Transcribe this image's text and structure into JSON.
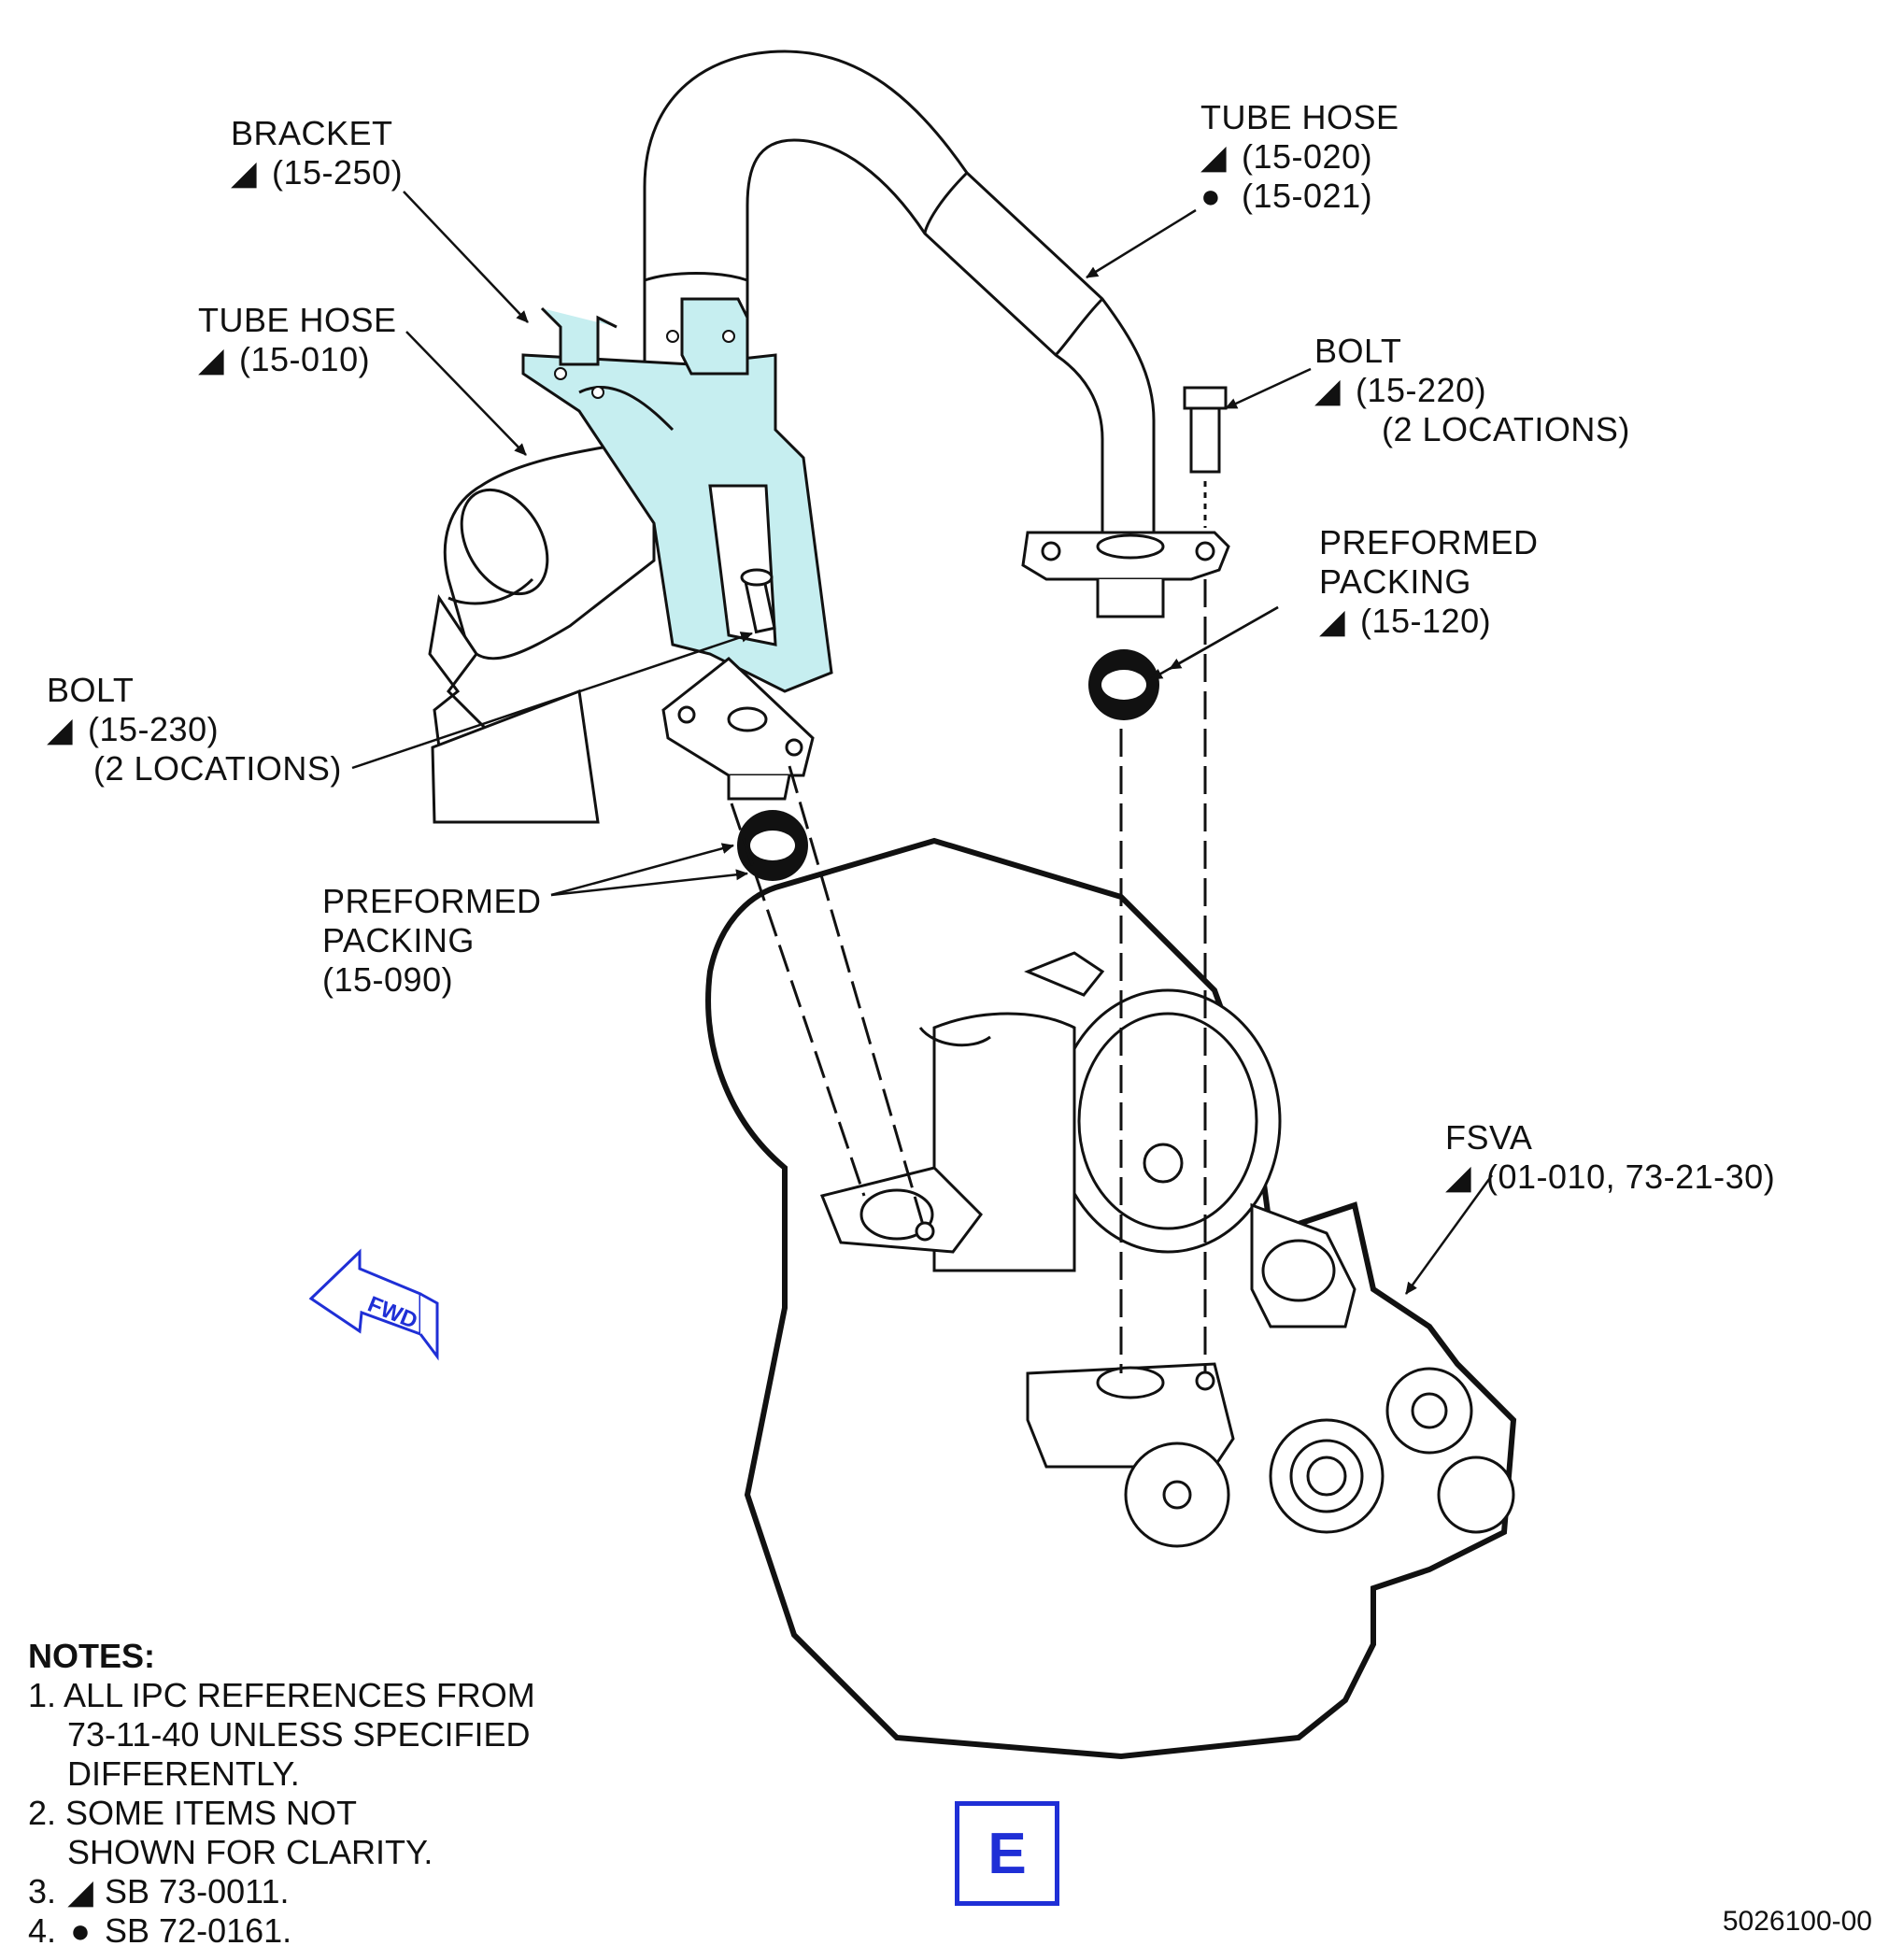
{
  "labels": {
    "bracket": {
      "name": "BRACKET",
      "ref": "(15-250)",
      "mark": "SB 73-0011"
    },
    "tube_hose_1": {
      "name": "TUBE HOSE",
      "ref": "(15-010)"
    },
    "tube_hose_2": {
      "name": "TUBE HOSE",
      "ref_a": "(15-020)",
      "ref_b": "(15-021)"
    },
    "bolt_1": {
      "name": "BOLT",
      "ref": "(15-220)",
      "qty": "(2 LOCATIONS)"
    },
    "bolt_2": {
      "name": "BOLT",
      "ref": "(15-230)",
      "qty": "(2 LOCATIONS)"
    },
    "packing_1": {
      "line1": "PREFORMED",
      "line2": "PACKING",
      "ref": "(15-120)"
    },
    "packing_2": {
      "line1": "PREFORMED",
      "line2": "PACKING",
      "ref": "(15-090)"
    },
    "fsva": {
      "name": "FSVA",
      "ref": "(01-010, 73-21-30)"
    }
  },
  "fwd_arrow": {
    "text": "FWD"
  },
  "notes": {
    "title": "NOTES:",
    "n1_l1": "1. ALL IPC REFERENCES FROM",
    "n1_l2": "73-11-40 UNLESS SPECIFIED",
    "n1_l3": "DIFFERENTLY.",
    "n2_l1": "2. SOME ITEMS NOT",
    "n2_l2": "SHOWN FOR CLARITY.",
    "n3_prefix": "3.",
    "n3_text": "SB 73-0011.",
    "n4_prefix": "4.",
    "n4_text": "SB 72-0161."
  },
  "sheet_letter": "E",
  "document_number": "5026100-00",
  "colors": {
    "bracket_fill": "#c6eef0",
    "accent_blue": "#1f2fd6",
    "line": "#111111"
  }
}
